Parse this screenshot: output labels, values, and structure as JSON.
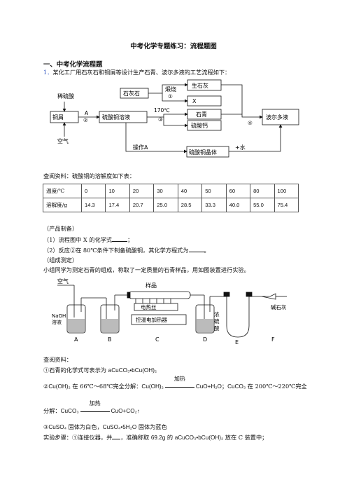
{
  "doc": {
    "title": "中考化学专题练习：流程题图",
    "section": "一、中考化学流程题",
    "q1_num": "1．",
    "q1_text": "某化工厂用石灰石和铜屑等设计生产石青、波尔多液的工艺流程如下："
  },
  "flow": {
    "dilute_acid": "稀硫酸",
    "copper_scrap": "铜屑",
    "air": "空气",
    "step_A": "A",
    "step_2": "②",
    "copper_sulfate_solution": "硫酸铜溶液",
    "limestone": "石灰石",
    "calcine": "煅烧",
    "step_1": "①",
    "quicklime": "生石灰",
    "x_box": "X",
    "temp": "170℃",
    "step_3": "③",
    "azurite": "石青",
    "calcium_sulfate": "硫酸钙",
    "step_4": "④",
    "bordeaux": "波尔多液",
    "operation_A": "操作A",
    "copper_sulfate_crystal": "硫酸铜晶体",
    "plus_water": "+水"
  },
  "solubility": {
    "intro": "查阅资料：硫酸铜的溶解度如下表：",
    "row_temp_label": "温度/℃",
    "row_sol_label": "溶解度/g",
    "temps": [
      "0",
      "10",
      "20",
      "30",
      "40",
      "50",
      "60",
      "80",
      "100"
    ],
    "values": [
      "14.3",
      "17.4",
      "20.7",
      "25.0",
      "28.5",
      "33.3",
      "40.0",
      "55.0",
      "75.4"
    ]
  },
  "questions": {
    "prep_head": "（产品制备）",
    "q1a": "（1）流程图中 X 的化学式",
    "q1b": "；",
    "q2a": "（2）反应②在 80℃条件下制备硫酸铜，其化学方程式为",
    "q2b": "。",
    "comp_head": "（组成测定）",
    "comp_text": "小组同学为测定石青的组成，称取了一定质量的石青样品，用如图装置进行实验。"
  },
  "apparatus": {
    "air": "空气",
    "sample": "样品",
    "naoh1": "NaOH",
    "naoh2": "溶液",
    "heater_wire": "电热丝",
    "heater": "控温电加热器",
    "conc1": "浓",
    "conc2": "硫",
    "conc3": "酸",
    "soda_lime": "碱石灰",
    "label_A": "A",
    "label_B": "B",
    "label_C": "C",
    "label_D": "D",
    "label_E": "E",
    "label_F": "F"
  },
  "refs": {
    "head": "查阅资料：",
    "r1a": "①石青的化学式可表示为 ",
    "r1b": "aCuCO₃•bCu(OH)₂",
    "r2a": "②",
    "r2b": "Cu(OH)₂",
    "r2c": " 在 66℃～68℃完全分解：",
    "r2d": "Cu(OH)₂",
    "heat": "加热",
    "r2e": "CuO+H₂O",
    "r2f": "；",
    "r2g": "CuCO₃",
    "r2h": " 在 200℃～220℃完全",
    "r3a": "分解：",
    "r3b": "CuCO₃",
    "r3c": "CuO+CO₂↑",
    "r4a": "③",
    "r4b": "CuSO₄",
    "r4c": " 固体为白色，",
    "r4d": "CuSO₄•5H₂O",
    "r4e": " 固体为蓝色",
    "r5a": "实验步骤：①连接仪器，并",
    "r5b": "，准确称取 ",
    "r5c": "69.2g",
    "r5d": " 的 ",
    "r5e": "aCuCO₃•bCu(OH)₂",
    "r5f": " 放在 C 装置中；"
  }
}
